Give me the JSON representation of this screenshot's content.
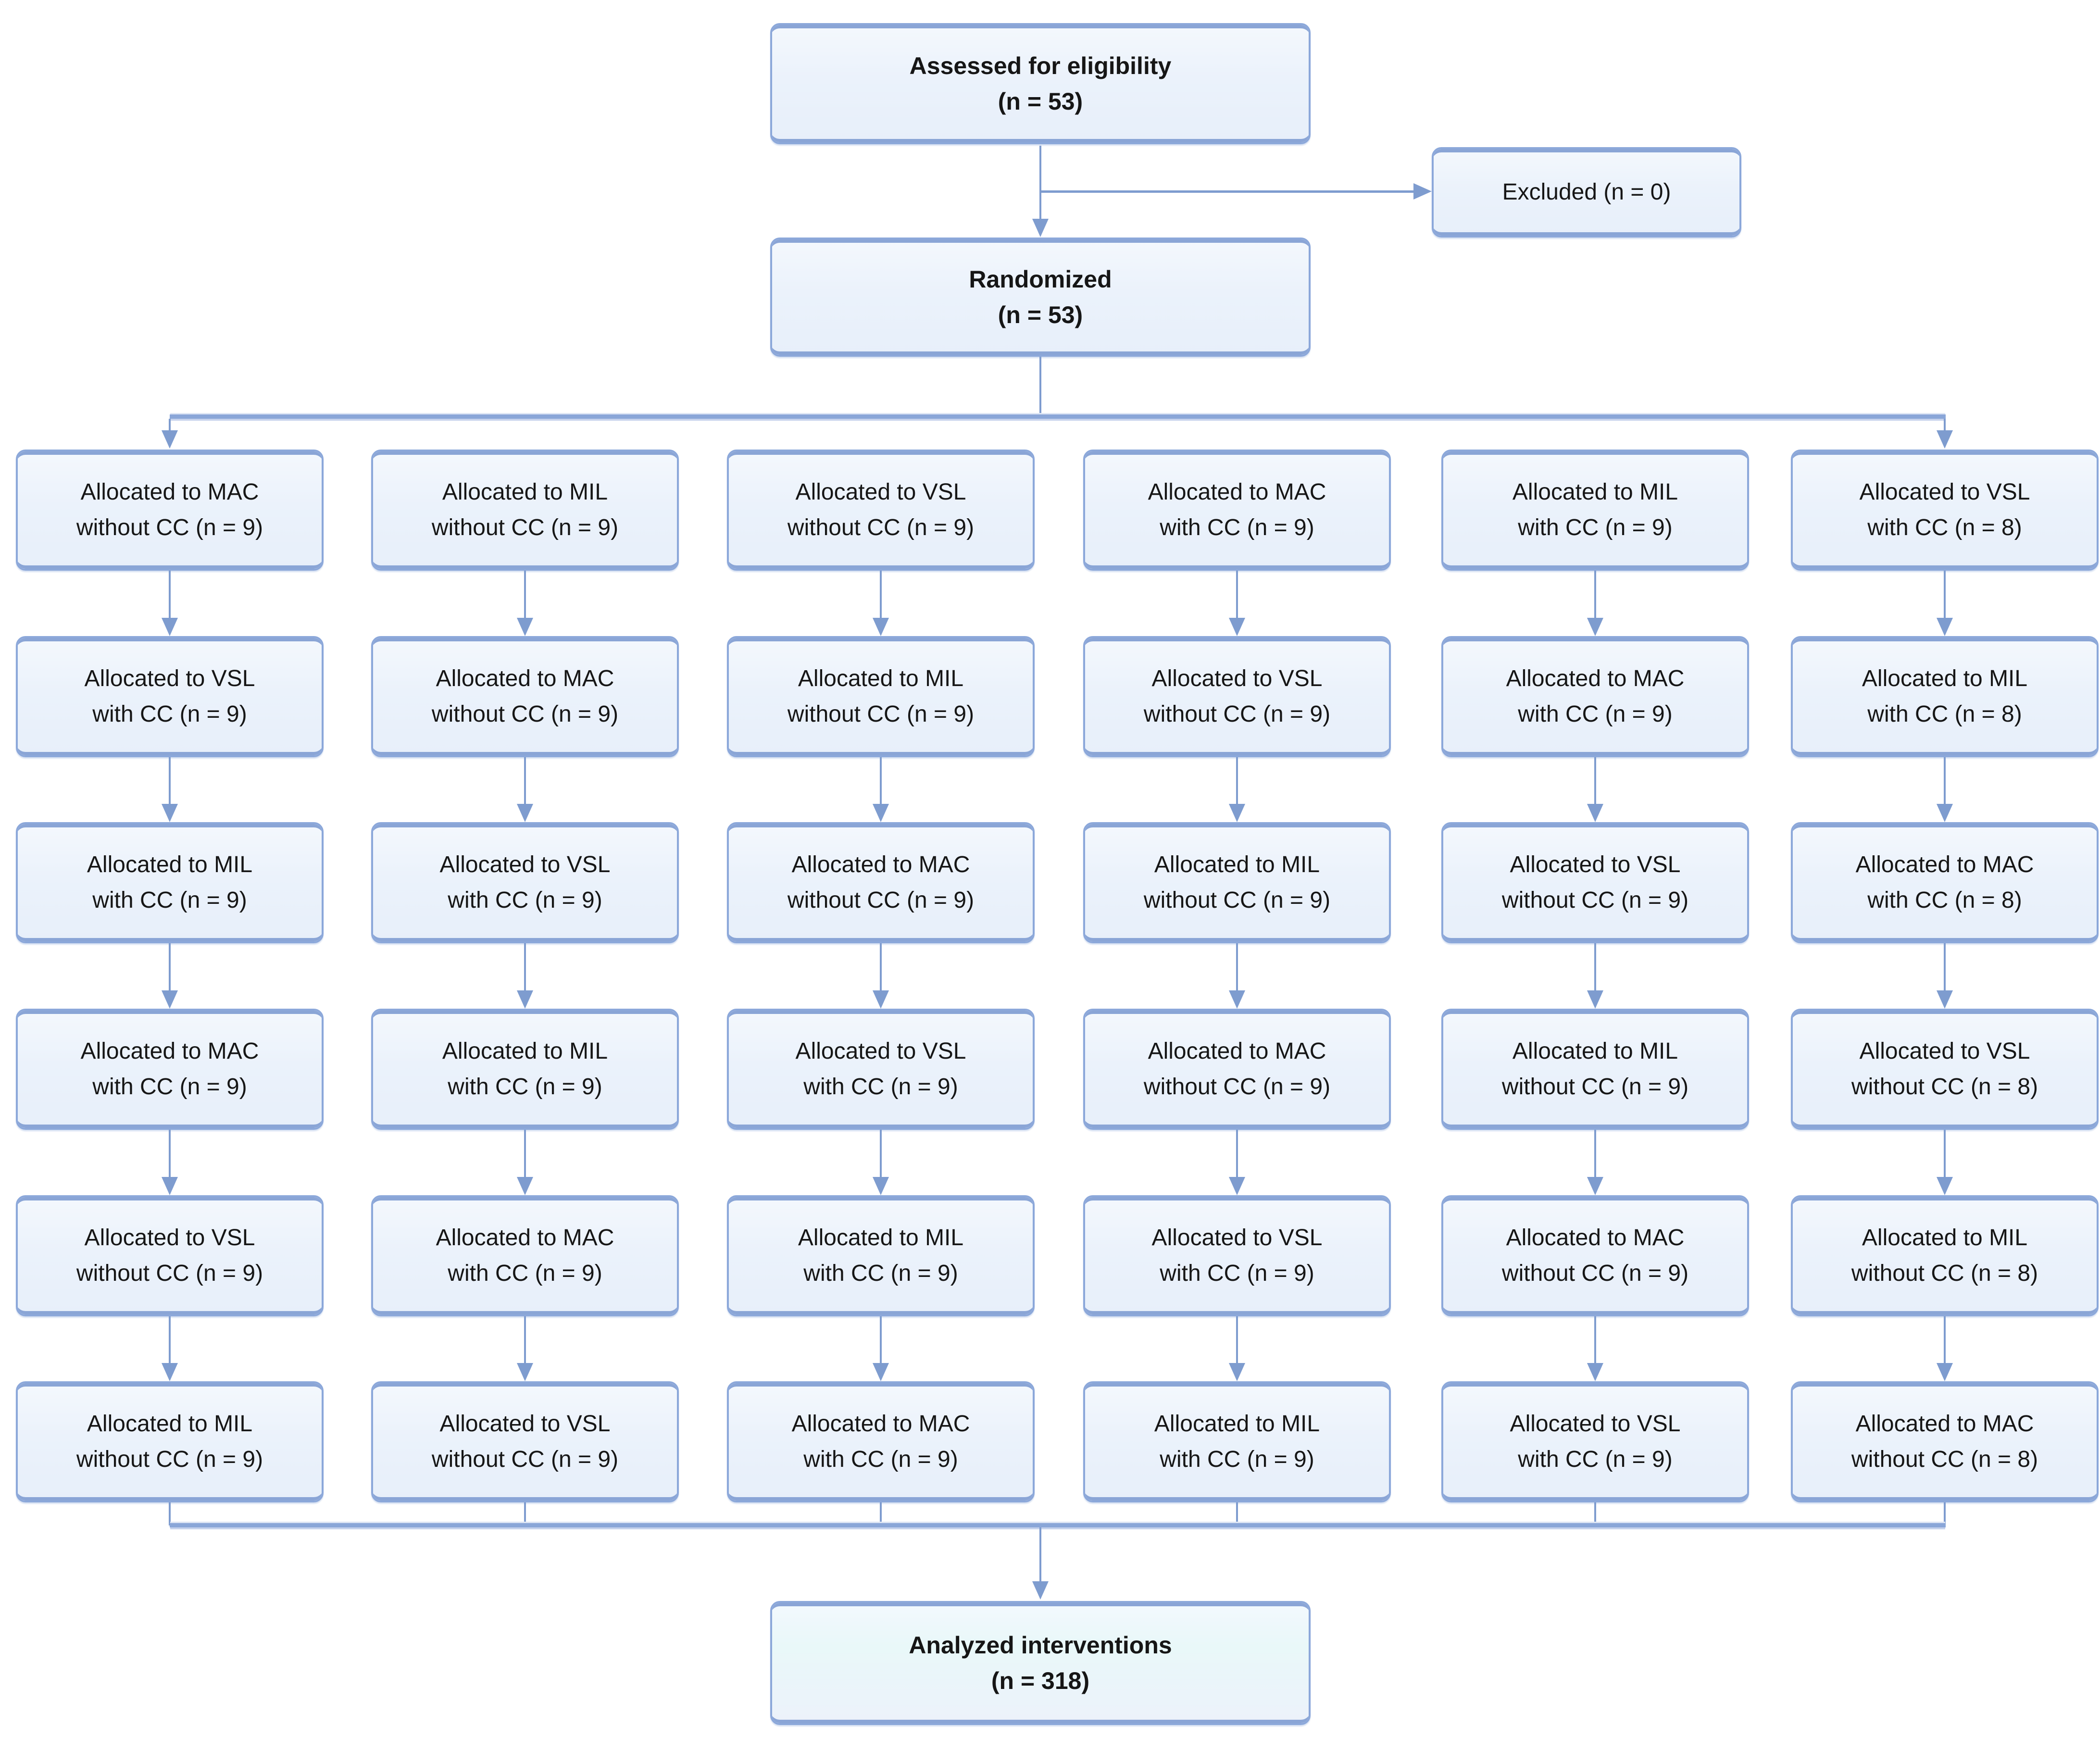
{
  "colors": {
    "box_fill": "#edf3fb",
    "box_border": "#8ca8da",
    "box_band": "#8aa5d6",
    "connector": "#7e9ccf",
    "branch_line": "#8aa6d8",
    "text": "#161616",
    "background": "#ffffff"
  },
  "boxes": {
    "assessed": {
      "line1": "Assessed for eligibility",
      "line2": "(n = 53)"
    },
    "excluded": {
      "label": "Excluded (n = 0)"
    },
    "randomized": {
      "line1": "Randomized",
      "line2": "(n = 53)"
    },
    "analyzed": {
      "line1": "Analyzed interventions",
      "line2": "(n = 318)"
    }
  },
  "allocation": {
    "columns": [
      {
        "rows": [
          {
            "line1": "Allocated to MAC",
            "line2": "without CC (n = 9)"
          },
          {
            "line1": "Allocated to VSL",
            "line2": "with CC (n = 9)"
          },
          {
            "line1": "Allocated to MIL",
            "line2": "with CC (n = 9)"
          },
          {
            "line1": "Allocated to MAC",
            "line2": "with CC (n = 9)"
          },
          {
            "line1": "Allocated to VSL",
            "line2": "without CC (n = 9)"
          },
          {
            "line1": "Allocated to MIL",
            "line2": "without CC (n = 9)"
          }
        ]
      },
      {
        "rows": [
          {
            "line1": "Allocated to MIL",
            "line2": "without CC (n = 9)"
          },
          {
            "line1": "Allocated to MAC",
            "line2": "without CC (n = 9)"
          },
          {
            "line1": "Allocated to VSL",
            "line2": "with CC (n = 9)"
          },
          {
            "line1": "Allocated to MIL",
            "line2": "with CC (n = 9)"
          },
          {
            "line1": "Allocated to MAC",
            "line2": "with CC (n = 9)"
          },
          {
            "line1": "Allocated to VSL",
            "line2": "without CC (n = 9)"
          }
        ]
      },
      {
        "rows": [
          {
            "line1": "Allocated to VSL",
            "line2": "without CC (n = 9)"
          },
          {
            "line1": "Allocated to MIL",
            "line2": "without CC (n = 9)"
          },
          {
            "line1": "Allocated to MAC",
            "line2": "without CC (n = 9)"
          },
          {
            "line1": "Allocated to VSL",
            "line2": "with CC (n = 9)"
          },
          {
            "line1": "Allocated to MIL",
            "line2": "with CC (n = 9)"
          },
          {
            "line1": "Allocated to MAC",
            "line2": "with CC (n = 9)"
          }
        ]
      },
      {
        "rows": [
          {
            "line1": "Allocated to MAC",
            "line2": "with CC (n = 9)"
          },
          {
            "line1": "Allocated to VSL",
            "line2": "without CC (n = 9)"
          },
          {
            "line1": "Allocated to MIL",
            "line2": "without CC (n = 9)"
          },
          {
            "line1": "Allocated to MAC",
            "line2": "without CC (n = 9)"
          },
          {
            "line1": "Allocated to VSL",
            "line2": "with CC (n = 9)"
          },
          {
            "line1": "Allocated to MIL",
            "line2": "with CC (n = 9)"
          }
        ]
      },
      {
        "rows": [
          {
            "line1": "Allocated to MIL",
            "line2": "with CC (n = 9)"
          },
          {
            "line1": "Allocated to MAC",
            "line2": "with CC (n = 9)"
          },
          {
            "line1": "Allocated to VSL",
            "line2": "without CC (n = 9)"
          },
          {
            "line1": "Allocated to MIL",
            "line2": "without CC (n = 9)"
          },
          {
            "line1": "Allocated to MAC",
            "line2": "without CC (n = 9)"
          },
          {
            "line1": "Allocated to VSL",
            "line2": "with CC (n = 9)"
          }
        ]
      },
      {
        "rows": [
          {
            "line1": "Allocated to VSL",
            "line2": "with CC (n = 8)"
          },
          {
            "line1": "Allocated to MIL",
            "line2": "with CC (n = 8)"
          },
          {
            "line1": "Allocated to MAC",
            "line2": "with CC (n = 8)"
          },
          {
            "line1": "Allocated to VSL",
            "line2": "without CC (n = 8)"
          },
          {
            "line1": "Allocated to MIL",
            "line2": "without CC (n = 8)"
          },
          {
            "line1": "Allocated to MAC",
            "line2": "without CC (n = 8)"
          }
        ]
      }
    ]
  }
}
